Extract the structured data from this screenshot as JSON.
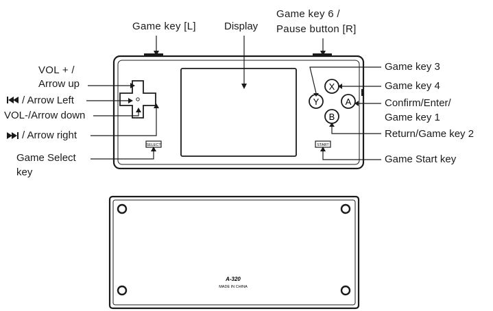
{
  "labels": {
    "game_key_l": "Game key [L]",
    "display": "Display",
    "game_key_6_line1": "Game key 6 /",
    "game_key_6_line2": "Pause button [R]",
    "vol_up_line1": "VOL + /",
    "vol_up_line2": "Arrow up",
    "arrow_left": "/ Arrow Left",
    "vol_down": "VOL-/Arrow down",
    "arrow_right": "/ Arrow right",
    "game_select_line1": "Game Select",
    "game_select_line2": "key",
    "game_key_3": "Game key 3",
    "game_key_4": "Game key 4",
    "confirm_line1": "Confirm/Enter/",
    "confirm_line2": "Game key 1",
    "return_key": "Return/Game key 2",
    "game_start": "Game Start key"
  },
  "buttons": {
    "x": "X",
    "y": "Y",
    "a": "A",
    "b": "B",
    "select": "SELECT",
    "start": "START"
  },
  "back_panel": {
    "model": "A-320",
    "made_in": "MADE IN CHINA"
  },
  "icons": {
    "previous": "skip-previous-icon",
    "next": "skip-next-icon"
  }
}
